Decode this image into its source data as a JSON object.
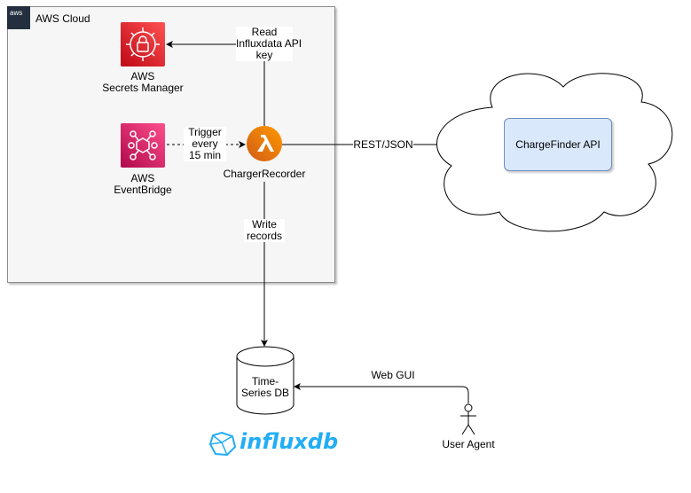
{
  "cloud": {
    "badge": "aws",
    "title": "AWS Cloud"
  },
  "secrets_manager": {
    "label_line1": "AWS",
    "label_line2": "Secrets Manager"
  },
  "eventbridge": {
    "label_line1": "AWS",
    "label_line2": "EventBridge"
  },
  "lambda": {
    "label": "ChargerRecorder"
  },
  "edges": {
    "read_key": [
      "Read",
      "Influxdata API",
      "key"
    ],
    "trigger": [
      "Trigger",
      "every",
      "15 min"
    ],
    "rest": "REST/JSON",
    "write": [
      "Write",
      "records"
    ],
    "web_gui": "Web GUI"
  },
  "api": {
    "label": "ChargeFinder API"
  },
  "database": {
    "label_line1": "Time-",
    "label_line2": "Series DB"
  },
  "influx_logo": {
    "text": "influxdb",
    "color": "#22adf6"
  },
  "user": {
    "label": "User Agent"
  },
  "colors": {
    "secrets": "#dd344c",
    "eventbridge": "#e7157b",
    "lambda": "#ed7100",
    "api_fill": "#dae8fc",
    "api_border": "#6c8ebf"
  }
}
